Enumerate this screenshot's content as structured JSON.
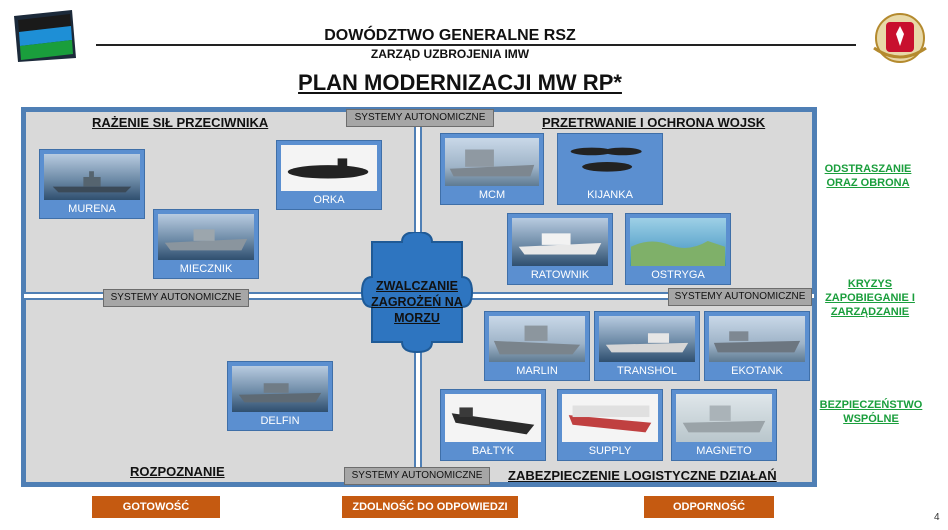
{
  "header": {
    "line1": "DOWÓDZTWO GENERALNE RSZ",
    "line2": "ZARZĄD UZBROJENIA IMW",
    "title": "PLAN MODERNIZACJI MW RP*"
  },
  "quadrants": {
    "top_left": "RAŻENIE SIŁ PRZECIWNIKA",
    "top_right": "PRZETRWANIE I OCHRONA WOJSK",
    "bottom_left": "ROZPOZNANIE",
    "bottom_right": "ZABEZPIECZENIE LOGISTYCZNE DZIAŁAŃ"
  },
  "autonomous_systems_label": "SYSTEMY AUTONOMICZNE",
  "center_label": "ZWALCZANIE ZAGROŻEŃ NA MORZU",
  "ships": {
    "murena": "MURENA",
    "orka": "ORKA",
    "miecznik": "MIECZNIK",
    "mcm": "MCM",
    "kijanka": "KIJANKA",
    "ratownik": "RATOWNIK",
    "ostryga": "OSTRYGA",
    "delfin": "DELFIN",
    "marlin": "MARLIN",
    "transhol": "TRANSHOL",
    "ekotank": "EKOTANK",
    "baltyk": "BAŁTYK",
    "supply": "SUPPLY",
    "magneto": "MAGNETO"
  },
  "side_labels": {
    "deterrence": "ODSTRASZANIE ORAZ OBRONA",
    "crisis": "KRYZYS ZAPOBIEGANIE I ZARZĄDZANIE",
    "security": "BEZPIECZEŃSTWO WSPÓLNE"
  },
  "bottom_buttons": {
    "readiness": "GOTOWOŚĆ",
    "response": "ZDOLNOŚĆ DO ODPOWIEDZI",
    "resilience": "ODPORNOŚĆ"
  },
  "page_number": "4",
  "colors": {
    "frame_blue": "#4f7fb5",
    "card_blue": "#5b8fd0",
    "center_blue": "#2e75c0",
    "side_green": "#1a9e3c",
    "button_orange": "#c55a11"
  }
}
